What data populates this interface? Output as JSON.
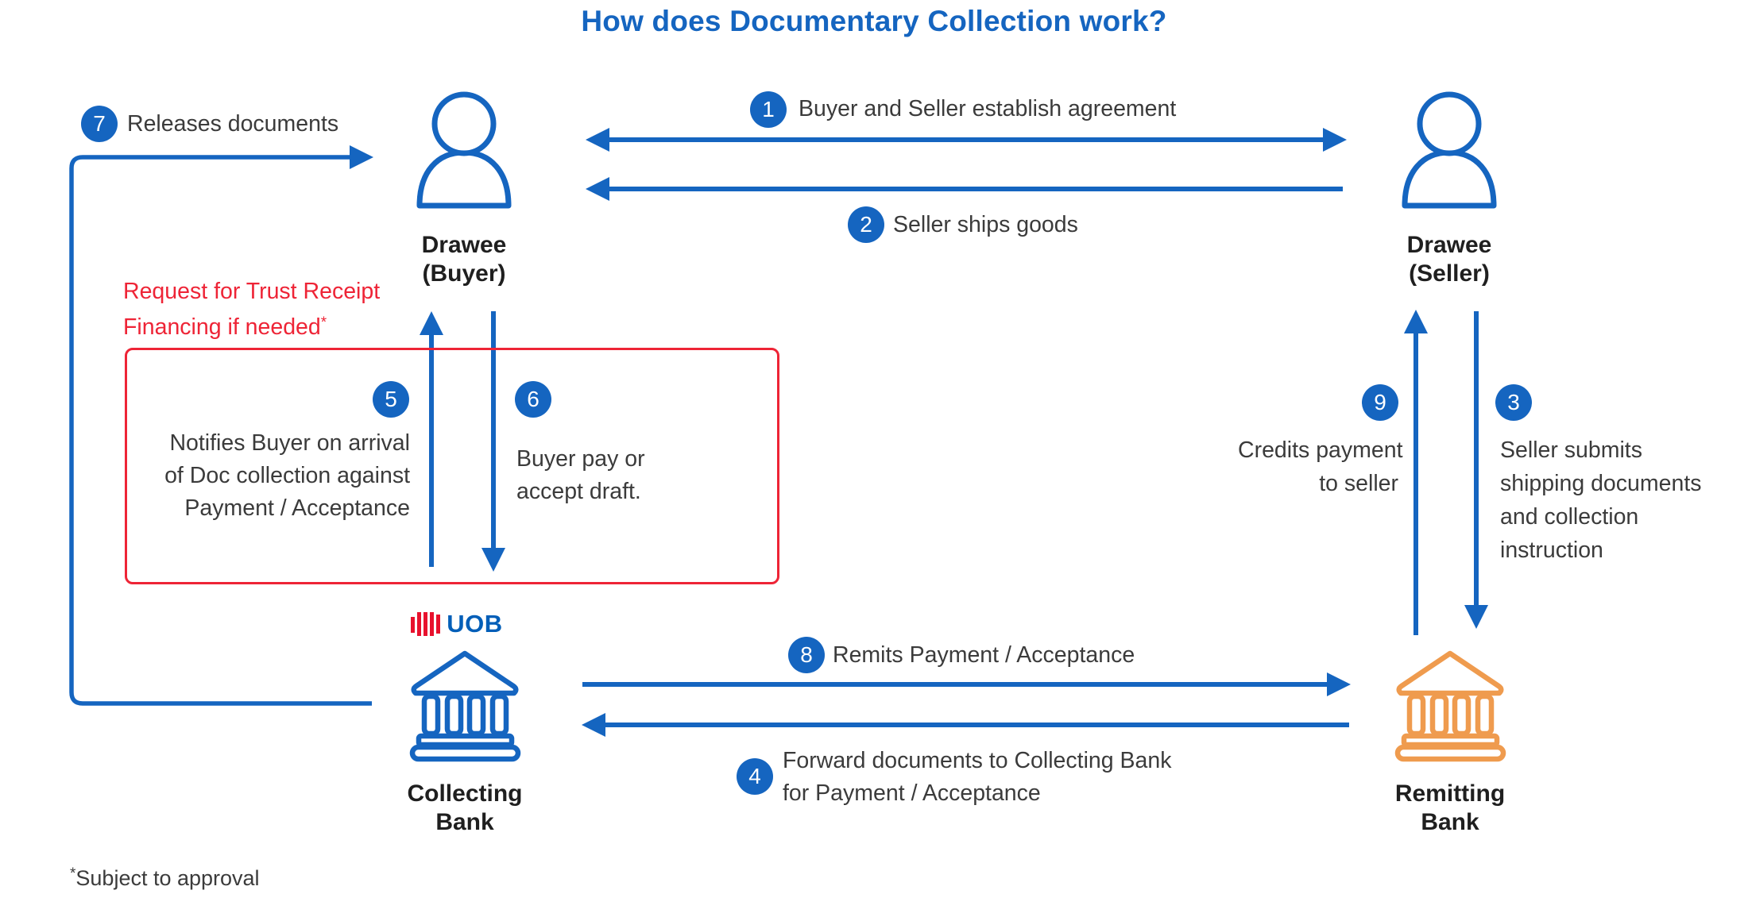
{
  "title": "How does Documentary Collection work?",
  "colors": {
    "blue": "#1565c0",
    "uob_blue": "#005eb8",
    "uob_red": "#e8112d",
    "annotation_red": "#ee2436",
    "orange": "#ef9b4e",
    "text_dark": "#3b3b3b",
    "label_dark": "#1f1f1f"
  },
  "actors": {
    "buyer": {
      "line1": "Drawee",
      "line2": "(Buyer)"
    },
    "seller": {
      "line1": "Drawee",
      "line2": "(Seller)"
    },
    "collecting": {
      "line1": "Collecting",
      "line2": "Bank",
      "logo_text": "UOB"
    },
    "remitting": {
      "line1": "Remitting",
      "line2": "Bank"
    }
  },
  "steps": {
    "s1": {
      "num": "1",
      "text": "Buyer and Seller establish agreement"
    },
    "s2": {
      "num": "2",
      "text": "Seller ships goods"
    },
    "s3": {
      "num": "3",
      "lines": [
        "Seller submits",
        "shipping documents",
        "and collection",
        "instruction"
      ]
    },
    "s4": {
      "num": "4",
      "lines": [
        "Forward documents to Collecting Bank",
        "for Payment / Acceptance"
      ]
    },
    "s5": {
      "num": "5",
      "lines": [
        "Notifies Buyer on arrival",
        "of Doc collection against",
        "Payment / Acceptance"
      ]
    },
    "s6": {
      "num": "6",
      "lines": [
        "Buyer pay or",
        "accept draft."
      ]
    },
    "s7": {
      "num": "7",
      "text": "Releases documents"
    },
    "s8": {
      "num": "8",
      "text": "Remits Payment / Acceptance"
    },
    "s9": {
      "num": "9",
      "lines": [
        "Credits payment",
        "to seller"
      ]
    }
  },
  "annotations": {
    "trust_receipt_line1": "Request for Trust Receipt",
    "trust_receipt_line2": "Financing if needed",
    "trust_receipt_star": "*",
    "footnote_star": "*",
    "footnote_text": "Subject to approval"
  }
}
